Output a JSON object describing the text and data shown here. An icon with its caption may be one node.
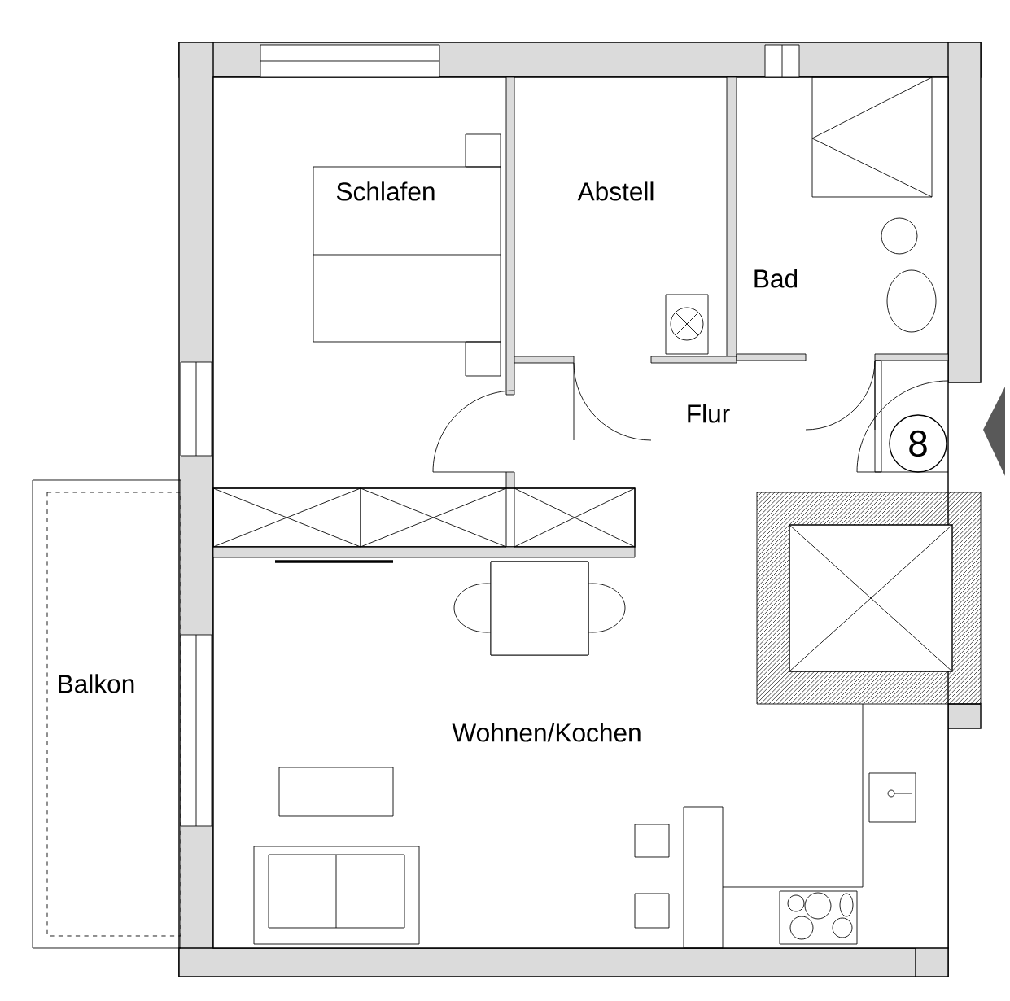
{
  "diagram": {
    "nodes": [
      {
        "text": [
          "8"
        ]
      }
    ],
    "labels": [
      "Schlafen",
      "Abstell",
      "Bad",
      "Flur",
      "Wohnen/Kochen",
      "Balkon"
    ]
  }
}
